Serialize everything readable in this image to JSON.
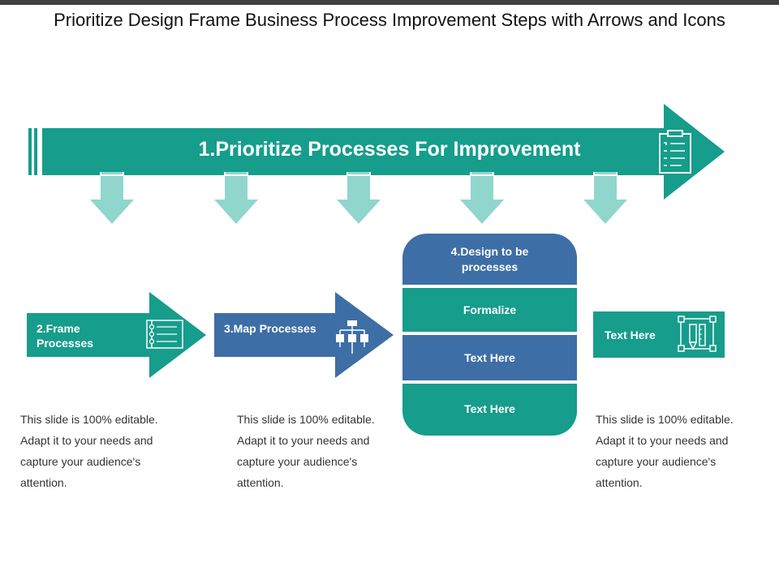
{
  "slide": {
    "title": "Prioritize Design Frame Business Process Improvement Steps with Arrows and Icons"
  },
  "banner": {
    "label": "1.Prioritize Processes For Improvement",
    "icon": "clipboard-checklist-icon"
  },
  "steps": [
    {
      "label": "2.Frame Processes",
      "icon": "list-checklist-icon"
    },
    {
      "label": "3.Map Processes",
      "icon": "org-chart-icon"
    }
  ],
  "stack": {
    "header": "4.Design to be processes",
    "items": [
      "Formalize",
      "Text Here",
      "Text Here"
    ]
  },
  "box": {
    "label": "Text Here",
    "icon": "design-tools-icon"
  },
  "descriptions": [
    "This slide is 100% editable. Adapt it to your needs and capture your audience's attention.",
    "This slide is 100% editable. Adapt it to your needs and capture your audience's attention.",
    "This slide is 100% editable. Adapt it to your needs and capture your audience's attention."
  ],
  "colors": {
    "teal": "#169d8c",
    "blue": "#3e6ea6",
    "light_teal": "#90d6cd"
  }
}
